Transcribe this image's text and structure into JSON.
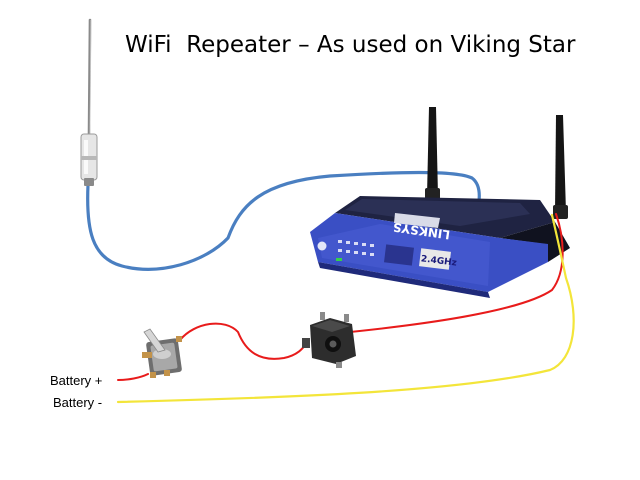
{
  "diagram": {
    "title": "WiFi  Repeater – As used on Viking Star",
    "labels": {
      "battery_positive": "Battery +",
      "battery_negative": "Battery -"
    },
    "router": {
      "brand": "LINKSYS",
      "band": "2.4GHz"
    },
    "colors": {
      "antenna_cable": "#4a7fc1",
      "positive_wire": "#e81b1b",
      "negative_wire": "#f3e53a",
      "router_body": "#3a4fc4",
      "router_dark": "#1a1e3c"
    },
    "components": {
      "antenna": "external-antenna-icon",
      "router": "wireless-router-icon",
      "switch": "toggle-switch-icon",
      "regulator": "voltage-regulator-icon"
    }
  }
}
